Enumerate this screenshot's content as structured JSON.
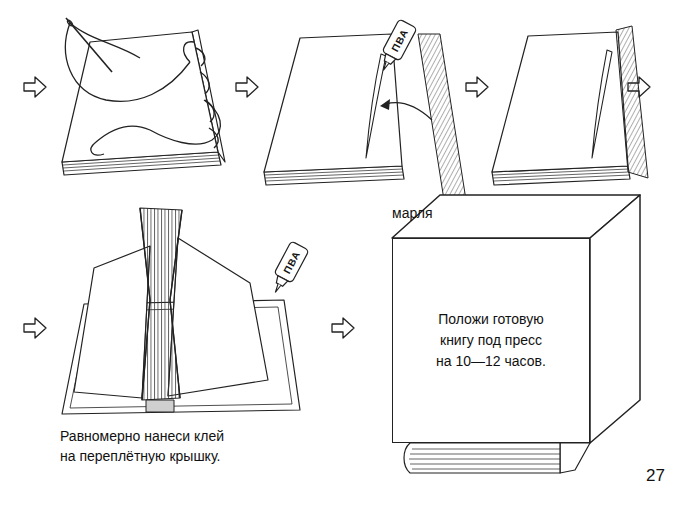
{
  "diagram": {
    "nodes": [
      {
        "text": [
          "ПВА"
        ]
      },
      {
        "text": [
          "ПВА"
        ]
      },
      {
        "text": [
          "Положи готовую книгу под пресс на 10—12 часов."
        ]
      }
    ],
    "labels": [
      "марля",
      "Равномерно нанеси клей на переплётную крышку.",
      "27"
    ]
  }
}
